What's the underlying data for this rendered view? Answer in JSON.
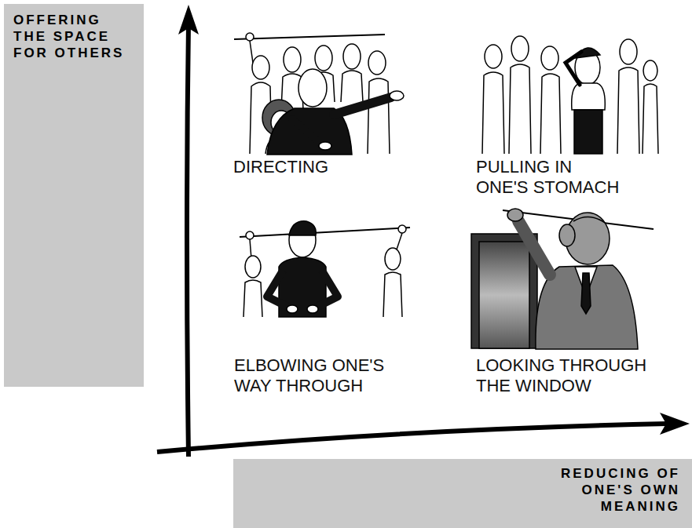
{
  "diagram": {
    "nodes": [
      {
        "text": [
          "OFFERING THE SPACE FOR OTHERS"
        ]
      },
      {
        "text": [
          "REDUCING OF ONE'S OWN MEANING"
        ]
      }
    ],
    "labels": [
      "DIRECTING",
      "PULLING IN ONE'S STOMACH",
      "ELBOWING ONE'S WAY THROUGH",
      "LOOKING THROUGH THE WINDOW"
    ]
  }
}
